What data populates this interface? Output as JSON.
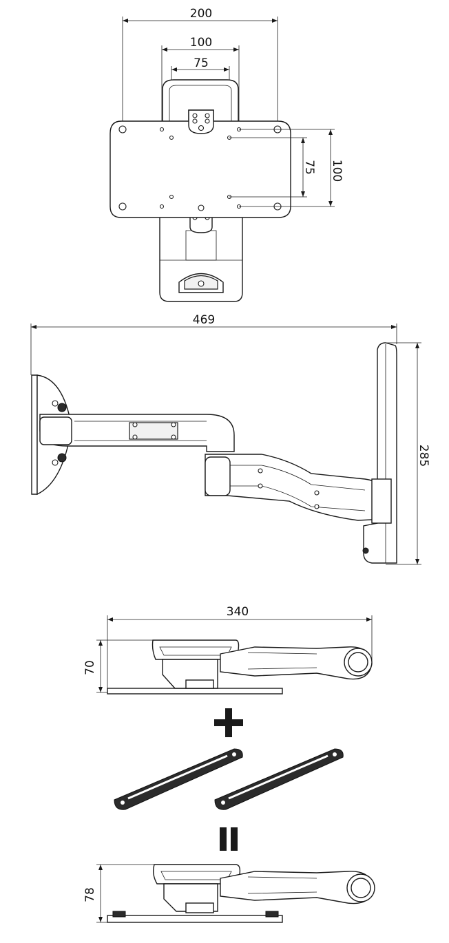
{
  "views": {
    "front": {
      "dim_width_200": "200",
      "dim_width_100": "100",
      "dim_width_75": "75",
      "dim_height_75": "75",
      "dim_height_100": "100"
    },
    "side": {
      "dim_length": "469",
      "dim_height": "285"
    },
    "top": {
      "dim_length": "340",
      "dim_height": "70"
    },
    "combined": {
      "dim_height": "78"
    }
  },
  "symbols": {
    "plus": "+",
    "equals": "="
  },
  "colors": {
    "line": "#1a1a1a",
    "bracket": "#2b2b2b"
  }
}
